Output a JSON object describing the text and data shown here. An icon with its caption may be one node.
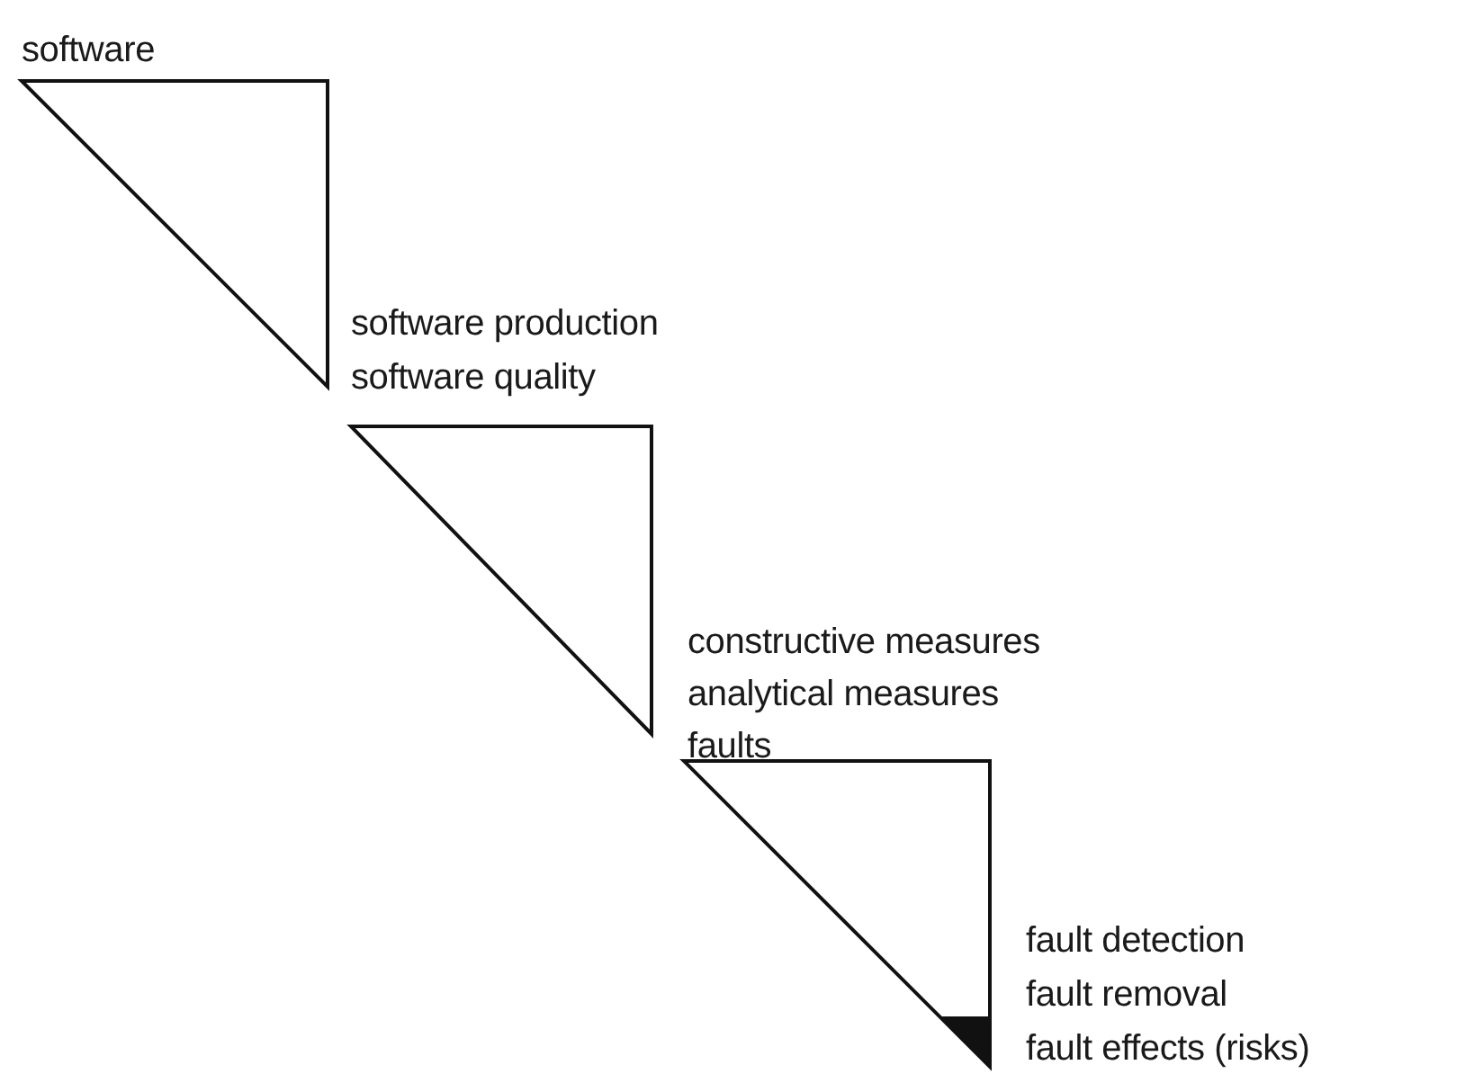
{
  "diagram": {
    "nodes": [
      {
        "text": [],
        "shape": "triangle"
      },
      {
        "text": [],
        "shape": "triangle"
      },
      {
        "text": [],
        "shape": "triangle"
      }
    ],
    "labels": [
      "software",
      "software production",
      "software quality",
      "constructive measures",
      "analytical measures",
      "faults",
      "fault detection",
      "fault removal",
      "fault effects (risks)"
    ]
  }
}
